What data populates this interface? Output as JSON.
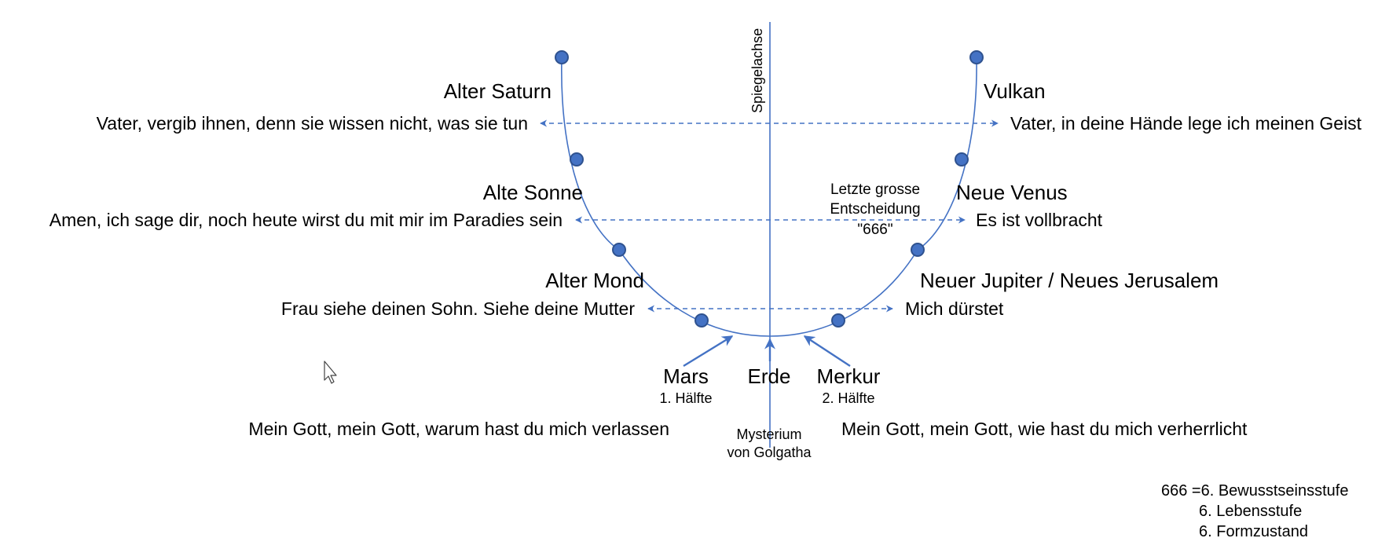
{
  "colors": {
    "accent": "#4472c4",
    "node_fill": "#4472c4",
    "node_stroke": "#2f528f",
    "text": "#000000"
  },
  "axis": {
    "label": "Spiegelachse"
  },
  "stages_left": [
    {
      "planet": "Alter Saturn",
      "word": "Vater, vergib ihnen, denn sie wissen nicht, was sie tun"
    },
    {
      "planet": "Alte Sonne",
      "word": "Amen, ich sage dir, noch heute wirst du mit mir im Paradies sein"
    },
    {
      "planet": "Alter Mond",
      "word": "Frau siehe deinen Sohn. Siehe deine Mutter"
    }
  ],
  "stages_right": [
    {
      "planet": "Vulkan",
      "word": "Vater, in deine Hände lege ich meinen Geist"
    },
    {
      "planet": "Neue Venus",
      "word": "Es ist vollbracht"
    },
    {
      "planet": "Neuer Jupiter  / Neues Jerusalem",
      "word": "Mich dürstet"
    }
  ],
  "center_note": {
    "line1": "Letzte grosse",
    "line2": "Entscheidung",
    "line3": "\"666\""
  },
  "bottom": {
    "mars": {
      "name": "Mars",
      "sub": "1. Hälfte"
    },
    "erde": {
      "name": "Erde"
    },
    "merkur": {
      "name": "Merkur",
      "sub": "2. Hälfte"
    },
    "mysterium": {
      "line1": "Mysterium",
      "line2": "von Golgatha"
    },
    "word_left": "Mein Gott, mein Gott, warum hast du mich verlassen",
    "word_right": "Mein Gott, mein Gott, wie hast du mich verherrlicht"
  },
  "legend": {
    "line1": "666 =6. Bewusstseinsstufe",
    "line2": "6. Lebensstufe",
    "line3": "6. Formzustand"
  },
  "icons": {
    "cursor": "mouse-pointer-icon"
  }
}
